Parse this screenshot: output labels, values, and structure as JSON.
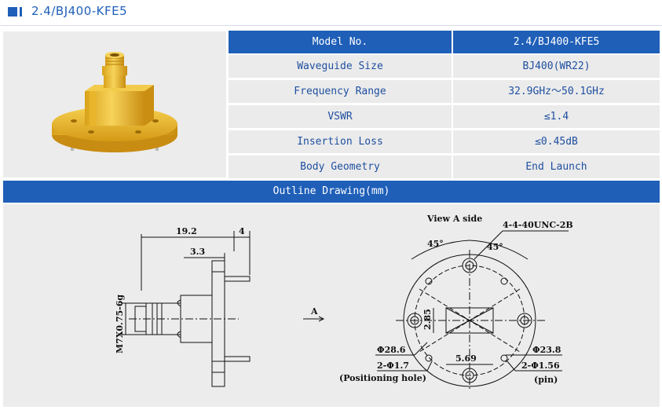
{
  "title": "2.4/BJ400-KFE5",
  "specs": {
    "header": {
      "label": "Model No.",
      "value": "2.4/BJ400-KFE5"
    },
    "rows": [
      {
        "label": "Waveguide Size",
        "value": "BJ400(WR22)"
      },
      {
        "label": "Frequency Range",
        "value": "32.9GHz～50.1GHz"
      },
      {
        "label": "VSWR",
        "value": "≤1.4"
      },
      {
        "label": "Insertion Loss",
        "value": "≤0.45dB"
      },
      {
        "label": "Body Geometry",
        "value": "End Launch"
      }
    ]
  },
  "outline": {
    "title": "Outline Drawing(mm)"
  },
  "drawing": {
    "side": {
      "dim_total": "19.2",
      "dim_pin": "4",
      "dim_flange": "3.3",
      "thread": "M7X0.75-6g",
      "arrow_label": "A"
    },
    "front": {
      "view_label": "View A side",
      "screw": "4-4-40UNC-2B",
      "angle_left": "45°",
      "angle_right": "45°",
      "dim_245": "2.85",
      "dim_569": "5.69",
      "dia_outer": "Φ28.6",
      "dia_bolt": "Φ23.8",
      "positioning": "2-Φ1.7",
      "positioning_note": "(Positioning hole)",
      "pin": "2-Φ1.56",
      "pin_note": "(pin)"
    }
  },
  "colors": {
    "accent": "#1f5fb8",
    "gold": "#e8b623",
    "panel": "#ebebeb"
  }
}
